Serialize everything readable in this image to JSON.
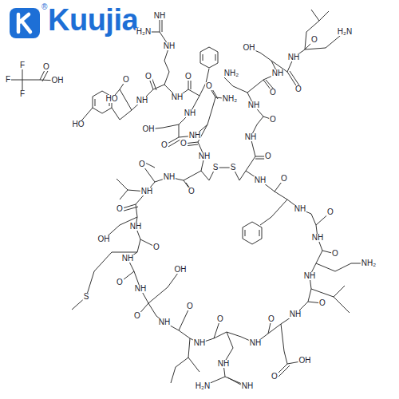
{
  "diagram": {
    "labels": [
      "Kuujia",
      "®",
      "F",
      "F",
      "F",
      "O",
      "OH",
      "H₂N",
      "NH",
      "NH",
      "HO",
      "O",
      "HO",
      "NH",
      "O",
      "NH",
      "O",
      "NH",
      "OH",
      "O",
      "NH",
      "O",
      "NH₂",
      "O",
      "NH",
      "S",
      "S",
      "O",
      "NH",
      "O",
      "NH",
      "O",
      "NH",
      "OH",
      "O",
      "NH",
      "S",
      "O",
      "NH",
      "OH",
      "O",
      "NH",
      "O",
      "NH",
      "O",
      "NH",
      "H₂N",
      "NH",
      "NH",
      "O",
      "OH",
      "O",
      "NH",
      "O",
      "NH",
      "NH₂",
      "O",
      "NH",
      "O",
      "NH",
      "O",
      "NH",
      "O",
      "NH",
      "O",
      "NH",
      "NH₂",
      "O",
      "NH",
      "OH",
      "O",
      "NH",
      "O",
      "H₂N"
    ]
  }
}
